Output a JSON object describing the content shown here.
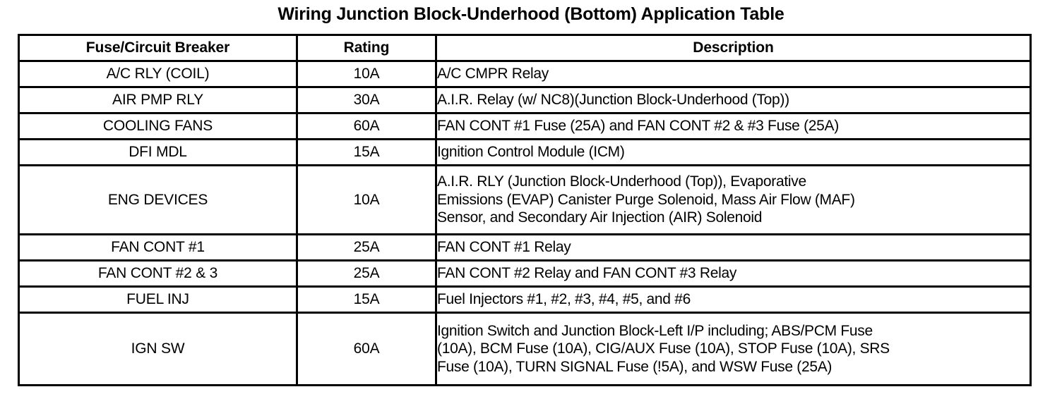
{
  "document": {
    "title": "Wiring Junction Block-Underhood (Bottom) Application Table"
  },
  "table": {
    "columns": [
      {
        "key": "fuse",
        "header": "Fuse/Circuit Breaker"
      },
      {
        "key": "rating",
        "header": "Rating"
      },
      {
        "key": "description",
        "header": "Description"
      }
    ],
    "rows": [
      {
        "fuse": "A/C RLY (COIL)",
        "rating": "10A",
        "description_lines": [
          "A/C CMPR Relay"
        ]
      },
      {
        "fuse": "AIR PMP RLY",
        "rating": "30A",
        "description_lines": [
          "A.I.R. Relay (w/ NC8)(Junction Block-Underhood (Top))"
        ]
      },
      {
        "fuse": "COOLING FANS",
        "rating": "60A",
        "description_lines": [
          "FAN CONT #1 Fuse (25A) and FAN CONT #2 & #3 Fuse (25A)"
        ]
      },
      {
        "fuse": "DFI MDL",
        "rating": "15A",
        "description_lines": [
          "Ignition Control Module (ICM)"
        ]
      },
      {
        "fuse": "ENG DEVICES",
        "rating": "10A",
        "description_lines": [
          "A.I.R. RLY (Junction Block-Underhood (Top)), Evaporative",
          "Emissions (EVAP) Canister Purge Solenoid, Mass Air Flow (MAF)",
          "Sensor, and Secondary Air Injection (AIR) Solenoid"
        ]
      },
      {
        "fuse": "FAN CONT #1",
        "rating": "25A",
        "description_lines": [
          "FAN CONT #1 Relay"
        ]
      },
      {
        "fuse": "FAN CONT #2 & 3",
        "rating": "25A",
        "description_lines": [
          "FAN CONT #2 Relay and FAN CONT #3 Relay"
        ]
      },
      {
        "fuse": "FUEL INJ",
        "rating": "15A",
        "description_lines": [
          "Fuel Injectors #1, #2, #3, #4, #5, and #6"
        ]
      },
      {
        "fuse": "IGN SW",
        "rating": "60A",
        "description_lines": [
          "Ignition Switch and Junction Block-Left I/P including; ABS/PCM Fuse",
          "(10A), BCM Fuse (10A), CIG/AUX Fuse (10A), STOP Fuse (10A), SRS",
          "Fuse (10A), TURN SIGNAL Fuse (!5A), and WSW Fuse (25A)"
        ]
      }
    ]
  },
  "colors": {
    "ink": "#000000",
    "paper": "#ffffff"
  }
}
